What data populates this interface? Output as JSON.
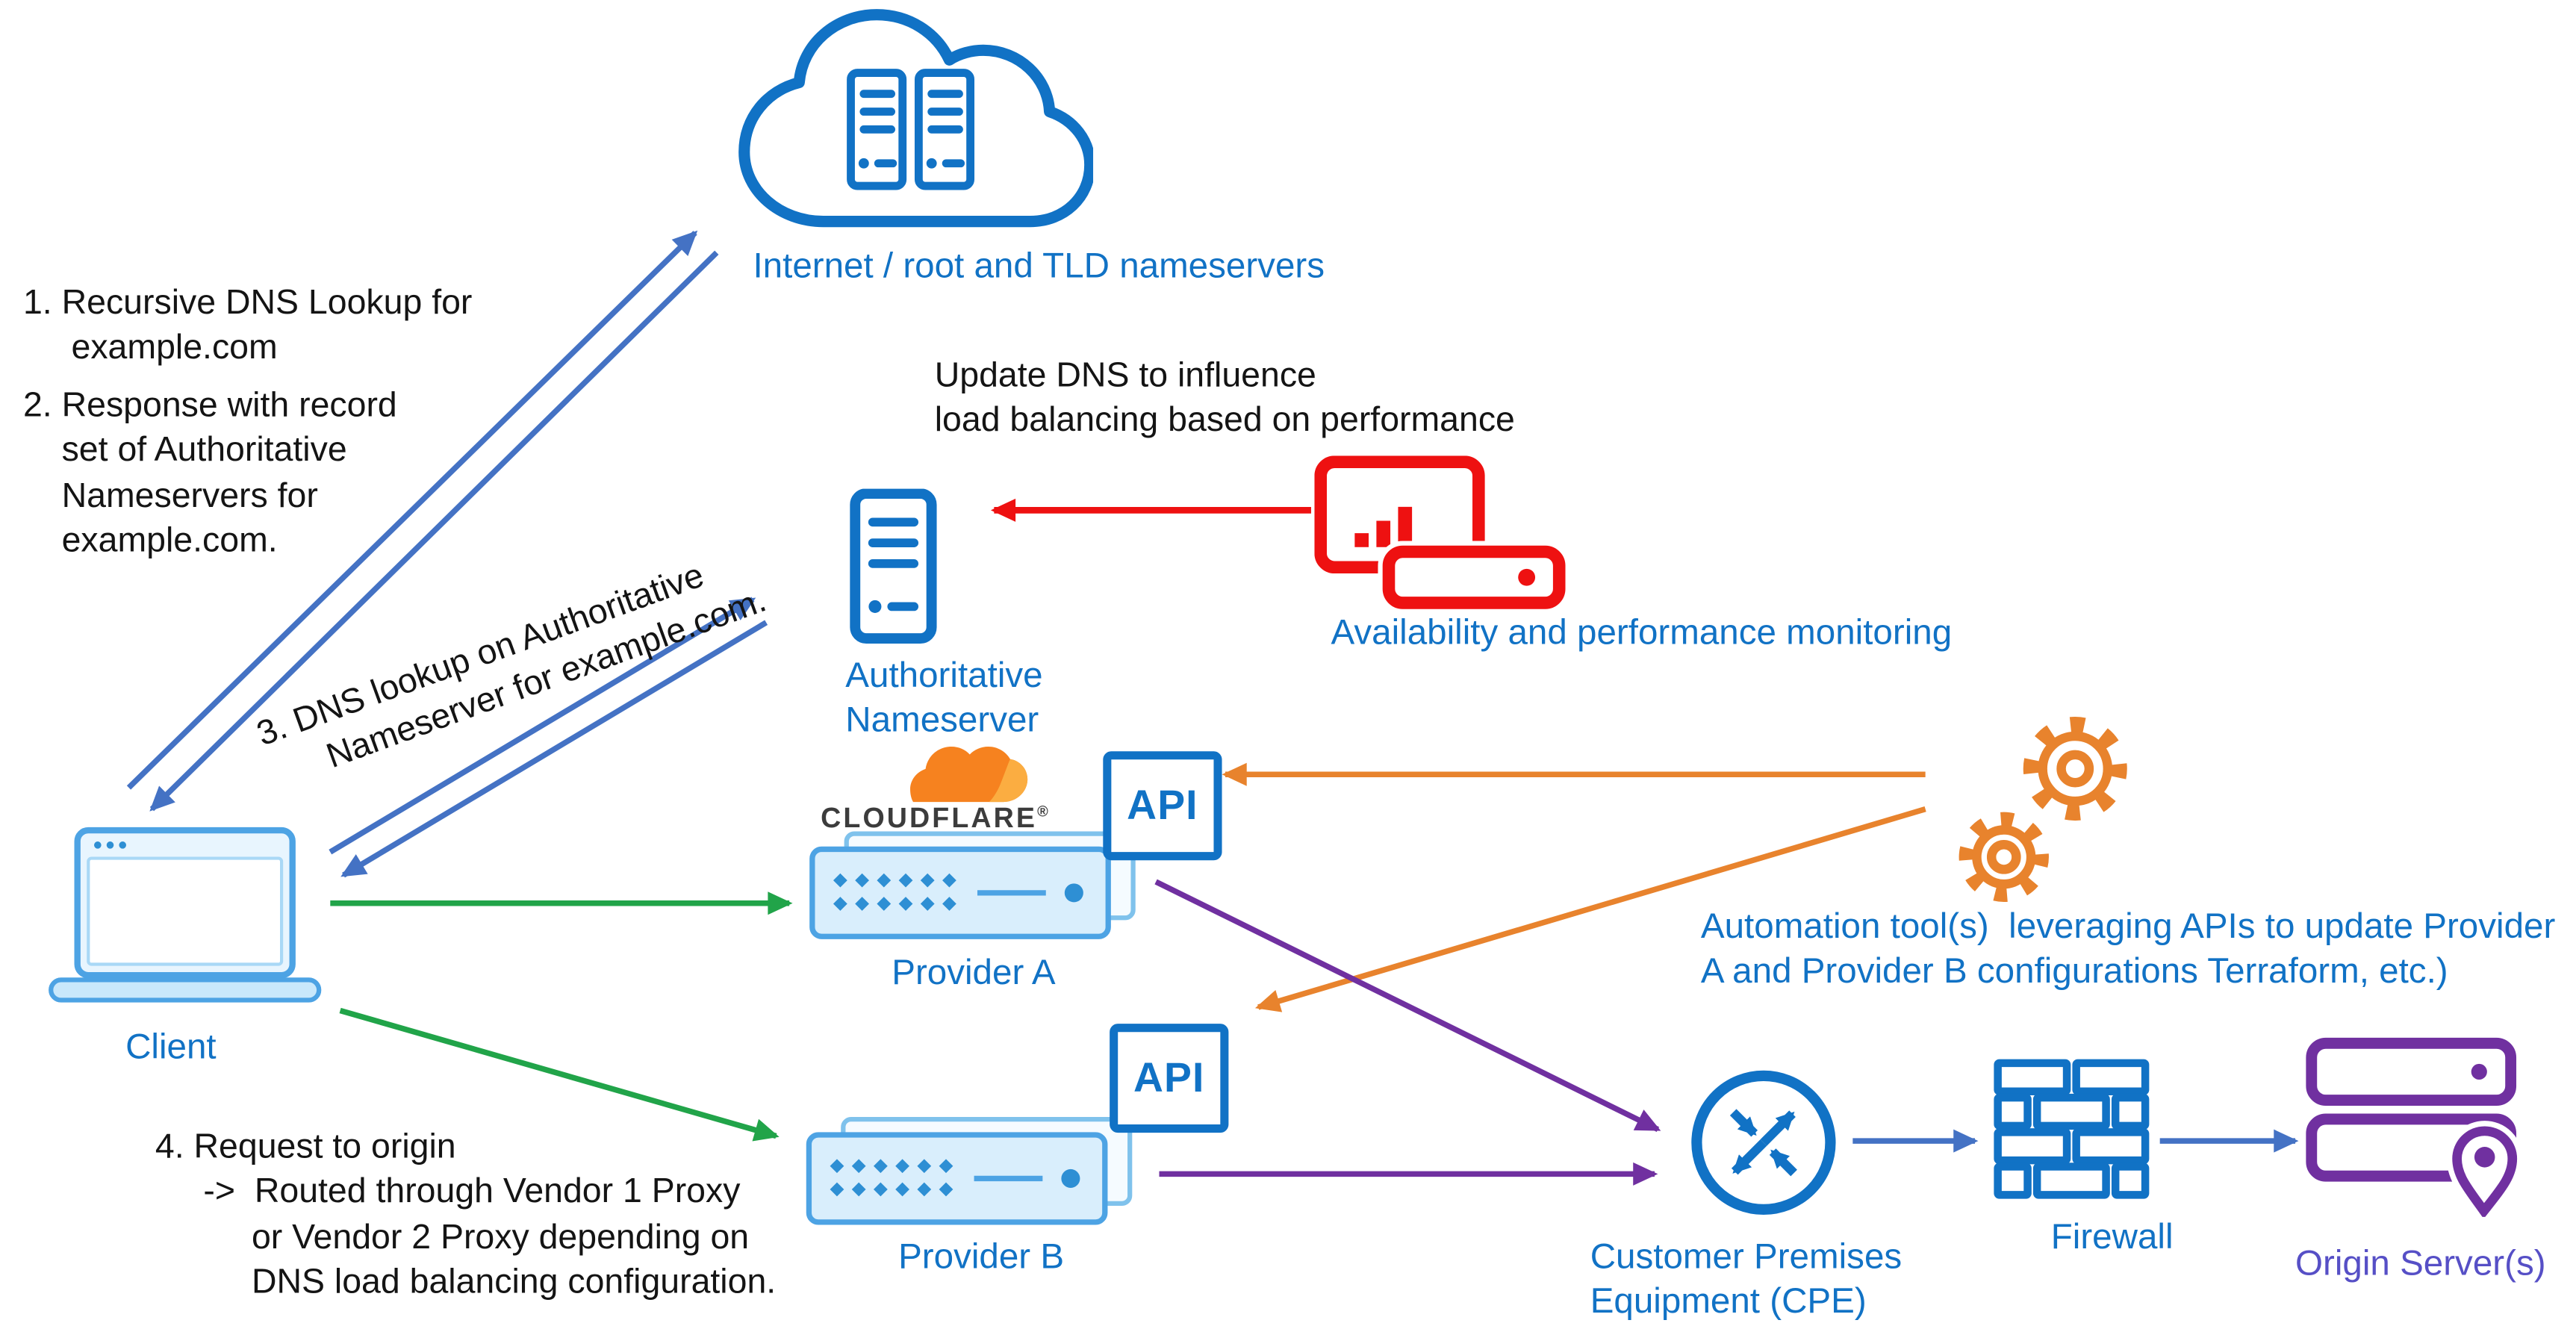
{
  "colors": {
    "blue": "#1172C5",
    "arrow_blue": "#4472C4",
    "red": "#EE1111",
    "green": "#21A449",
    "orange": "#E8832D",
    "purple": "#7030A0",
    "light_blue_stroke": "#4DA3E4",
    "light_blue_fill": "#D9EEFC",
    "appliance_dot": "#2E8FD4",
    "appliance_back": "#7FC2EC",
    "laptop_fill": "#C9E8FB",
    "cloudflare_orange": "#F6821F",
    "cloudflare_orange_light": "#FBAD41",
    "wordmark": "#3C3C3C",
    "ink": "#141414",
    "origin_label": "#564FC6"
  },
  "nodes": {
    "internet": {
      "label": "Internet / root and TLD nameservers",
      "icon": "cloud-with-servers-icon"
    },
    "client": {
      "label": "Client",
      "icon": "laptop-icon"
    },
    "authoritative_nameserver": {
      "label": "Authoritative\nNameserver",
      "icon": "server-tower-icon"
    },
    "monitoring": {
      "label": "Availability and performance monitoring",
      "icon": "monitor-and-server-icon"
    },
    "provider_a": {
      "label": "Provider A",
      "brand": "CLOUDFLARE",
      "brand_mark": "®",
      "api": "API",
      "icon": "network-appliance-icon"
    },
    "provider_b": {
      "label": "Provider B",
      "api": "API",
      "icon": "network-appliance-icon"
    },
    "automation": {
      "label": "Automation tool(s)  leveraging APIs to update Provider\nA and Provider B configurations Terraform, etc.)",
      "icon": "gears-icon"
    },
    "cpe": {
      "label": "Customer Premises\nEquipment (CPE)",
      "icon": "router-icon"
    },
    "firewall": {
      "label": "Firewall",
      "icon": "brick-wall-icon"
    },
    "origin": {
      "label": "Origin Server(s)",
      "icon": "servers-with-location-pin-icon"
    }
  },
  "annotations": {
    "step1": "1. Recursive DNS Lookup for\n     example.com",
    "step2": "2. Response with record\n    set of Authoritative\n    Nameservers for\n    example.com.",
    "step3": "3. DNS lookup on Authoritative\n      Nameserver for example.com.",
    "step4": "4. Request to origin\n     ->  Routed through Vendor 1 Proxy\n          or Vendor 2 Proxy depending on\n          DNS load balancing configuration.",
    "update_dns": "Update DNS to influence\nload balancing based on performance"
  }
}
